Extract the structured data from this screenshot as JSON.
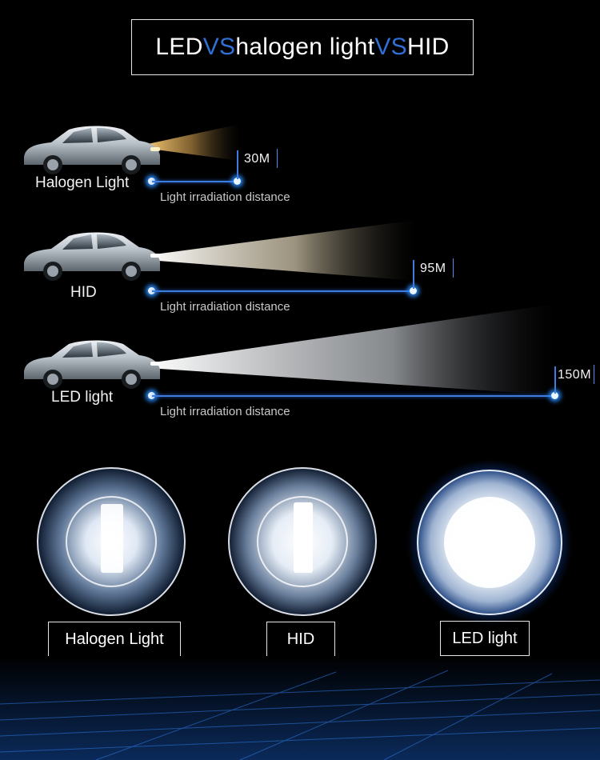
{
  "title": {
    "text_a": "LED ",
    "vs_1": "VS",
    "text_b": " halogen light ",
    "vs_2": "VS",
    "text_c": " HID"
  },
  "colors": {
    "accent": "#2f6fd6",
    "line": "#3d7de0",
    "halogen_beam": "#e0b060"
  },
  "comparison": [
    {
      "label": "Halogen Light",
      "distance": "30M",
      "caption": "Light irradiation distance"
    },
    {
      "label": "HID",
      "distance": "95M",
      "caption": "Light irradiation distance"
    },
    {
      "label": "LED light",
      "distance": "150M",
      "caption": "Light irradiation distance"
    }
  ],
  "bulbs": [
    {
      "label": "Halogen Light"
    },
    {
      "label": "HID"
    },
    {
      "label": "LED light"
    }
  ]
}
